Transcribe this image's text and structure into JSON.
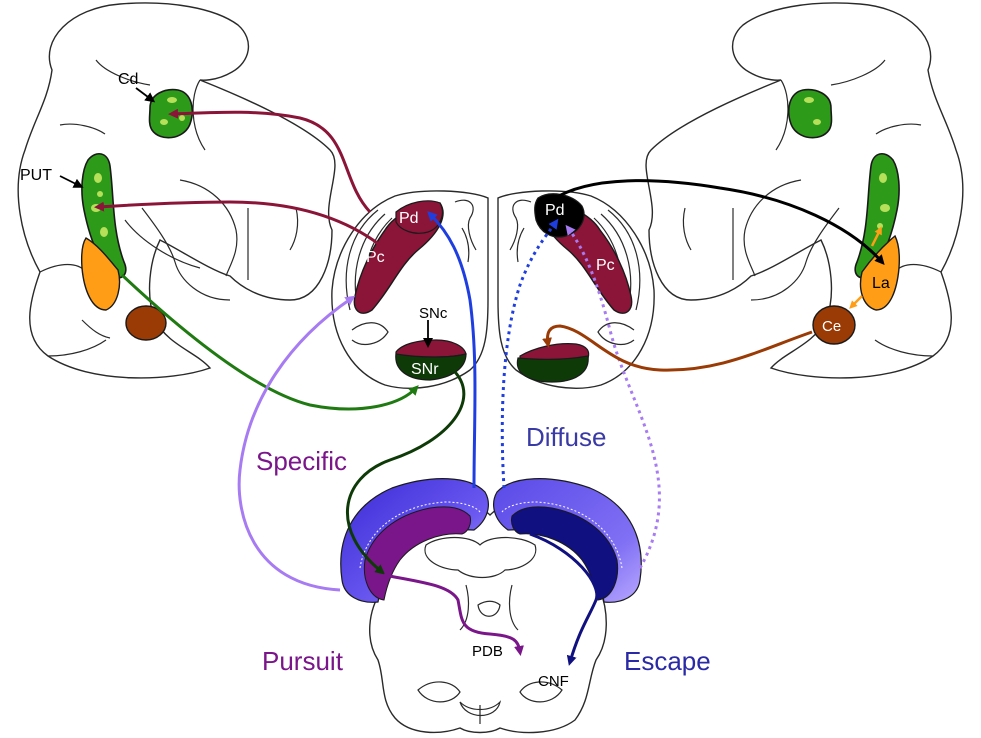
{
  "labels": {
    "cd": "Cd",
    "put": "PUT",
    "pd_left": "Pd",
    "pc_left": "Pc",
    "pd_right": "Pd",
    "pc_right": "Pc",
    "snc": "SNc",
    "snr": "SNr",
    "la": "La",
    "ce": "Ce",
    "pdb": "PDB",
    "cnf": "CNF"
  },
  "pathways": {
    "specific": "Specific",
    "diffuse": "Diffuse",
    "pursuit": "Pursuit",
    "escape": "Escape"
  },
  "colors": {
    "maroon": "#8b1538",
    "green_dark": "#1f6e12",
    "green_bright": "#2e9a1a",
    "orange": "#ff9e16",
    "brown": "#9a3a05",
    "blue": "#1f3ee0",
    "light_purple": "#a77bf2",
    "purple": "#7a168a",
    "navy": "#101080",
    "specific_text": "#7a168a",
    "diffuse_text": "#3a3aa6",
    "escape_text": "#2a2aa6"
  }
}
